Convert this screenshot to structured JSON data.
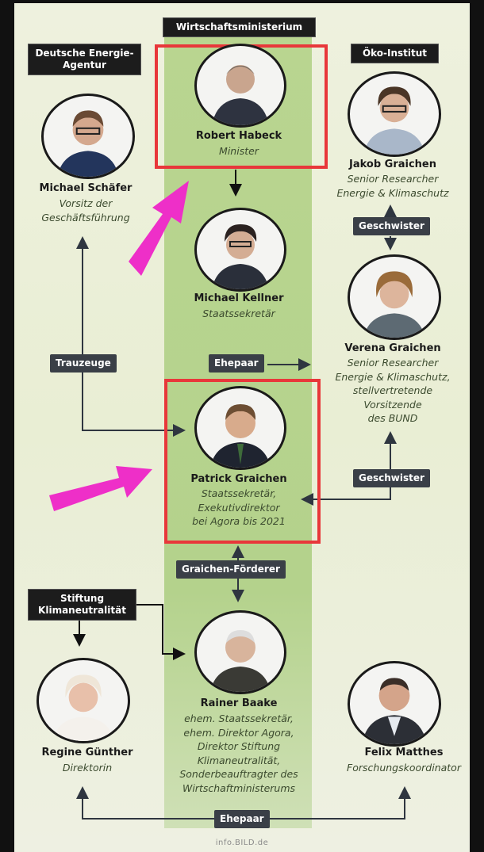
{
  "orgs": {
    "ministry": "Wirtschaftsministerium",
    "dena": "Deutsche Energie-Agentur",
    "oeko": "Öko-Institut",
    "stiftung": "Stiftung Klimaneutralität"
  },
  "people": {
    "habeck": {
      "name": "Robert Habeck",
      "role": [
        "Minister"
      ]
    },
    "kellner": {
      "name": "Michael Kellner",
      "role": [
        "Staatssekretär"
      ]
    },
    "patrick": {
      "name": "Patrick Graichen",
      "role": [
        "Staatssekretär,",
        "Exekutivdirektor",
        "bei Agora bis 2021"
      ]
    },
    "baake": {
      "name": "Rainer Baake",
      "role": [
        "ehem. Staatssekretär,",
        "ehem. Direktor Agora,",
        "Direktor Stiftung",
        "Klimaneutralität,",
        "Sonderbeauftragter des",
        "Wirtschaftministerums"
      ]
    },
    "schaefer": {
      "name": "Michael Schäfer",
      "role": [
        "Vorsitz der",
        "Geschäftsführung"
      ]
    },
    "jakob": {
      "name": "Jakob Graichen",
      "role": [
        "Senior Researcher",
        "Energie & Klimaschutz"
      ]
    },
    "verena": {
      "name": "Verena Graichen",
      "role": [
        "Senior Researcher",
        "Energie & Klimaschutz,",
        "stellvertretende",
        "Vorsitzende",
        "des BUND"
      ]
    },
    "guenther": {
      "name": "Regine Günther",
      "role": [
        "Direktorin"
      ]
    },
    "matthes": {
      "name": "Felix Matthes",
      "role": [
        "Forschungskoordinator"
      ]
    }
  },
  "relations": {
    "geschwister1": "Geschwister",
    "ehepaar1": "Ehepaar",
    "trauzeuge": "Trauzeuge",
    "geschwister2": "Geschwister",
    "foerderer": "Graichen-Förderer",
    "ehepaar2": "Ehepaar"
  },
  "footer": "info.BILD.de",
  "colors": {
    "highlight": "#e8373a",
    "annotation_arrow": "#ee2fc8",
    "column": "#b6d38d"
  }
}
